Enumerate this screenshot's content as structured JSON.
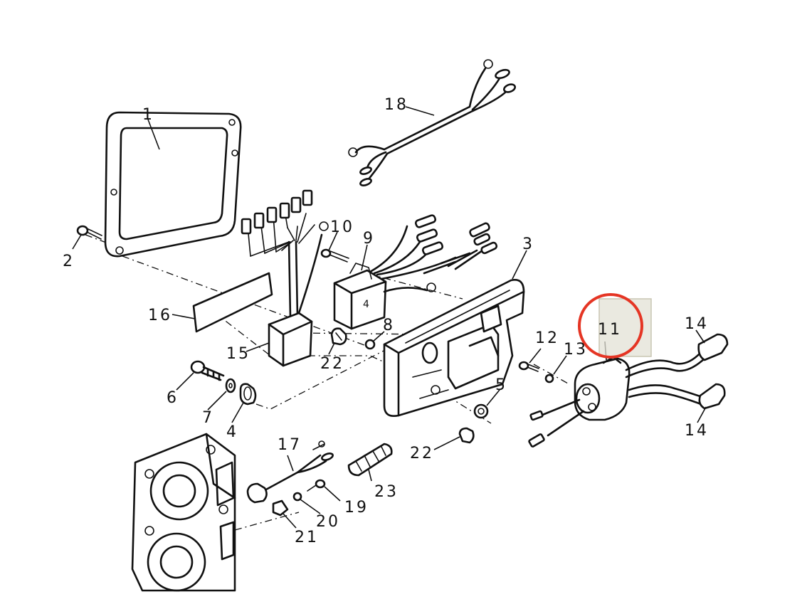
{
  "diagram": {
    "highlight_color": "#e53524",
    "highlighted_part": "11",
    "callouts": {
      "p1": "1",
      "p2": "2",
      "p3": "3",
      "p4": "4",
      "p5": "5",
      "p6": "6",
      "p7": "7",
      "p8": "8",
      "p9": "9",
      "p10": "10",
      "p11": "11",
      "p12": "12",
      "p13": "13",
      "p14a": "14",
      "p14b": "14",
      "p15": "15",
      "p16": "16",
      "p17": "17",
      "p18": "18",
      "p19": "19",
      "p20": "20",
      "p21": "21",
      "p22a": "22",
      "p22b": "22",
      "p23": "23"
    }
  }
}
